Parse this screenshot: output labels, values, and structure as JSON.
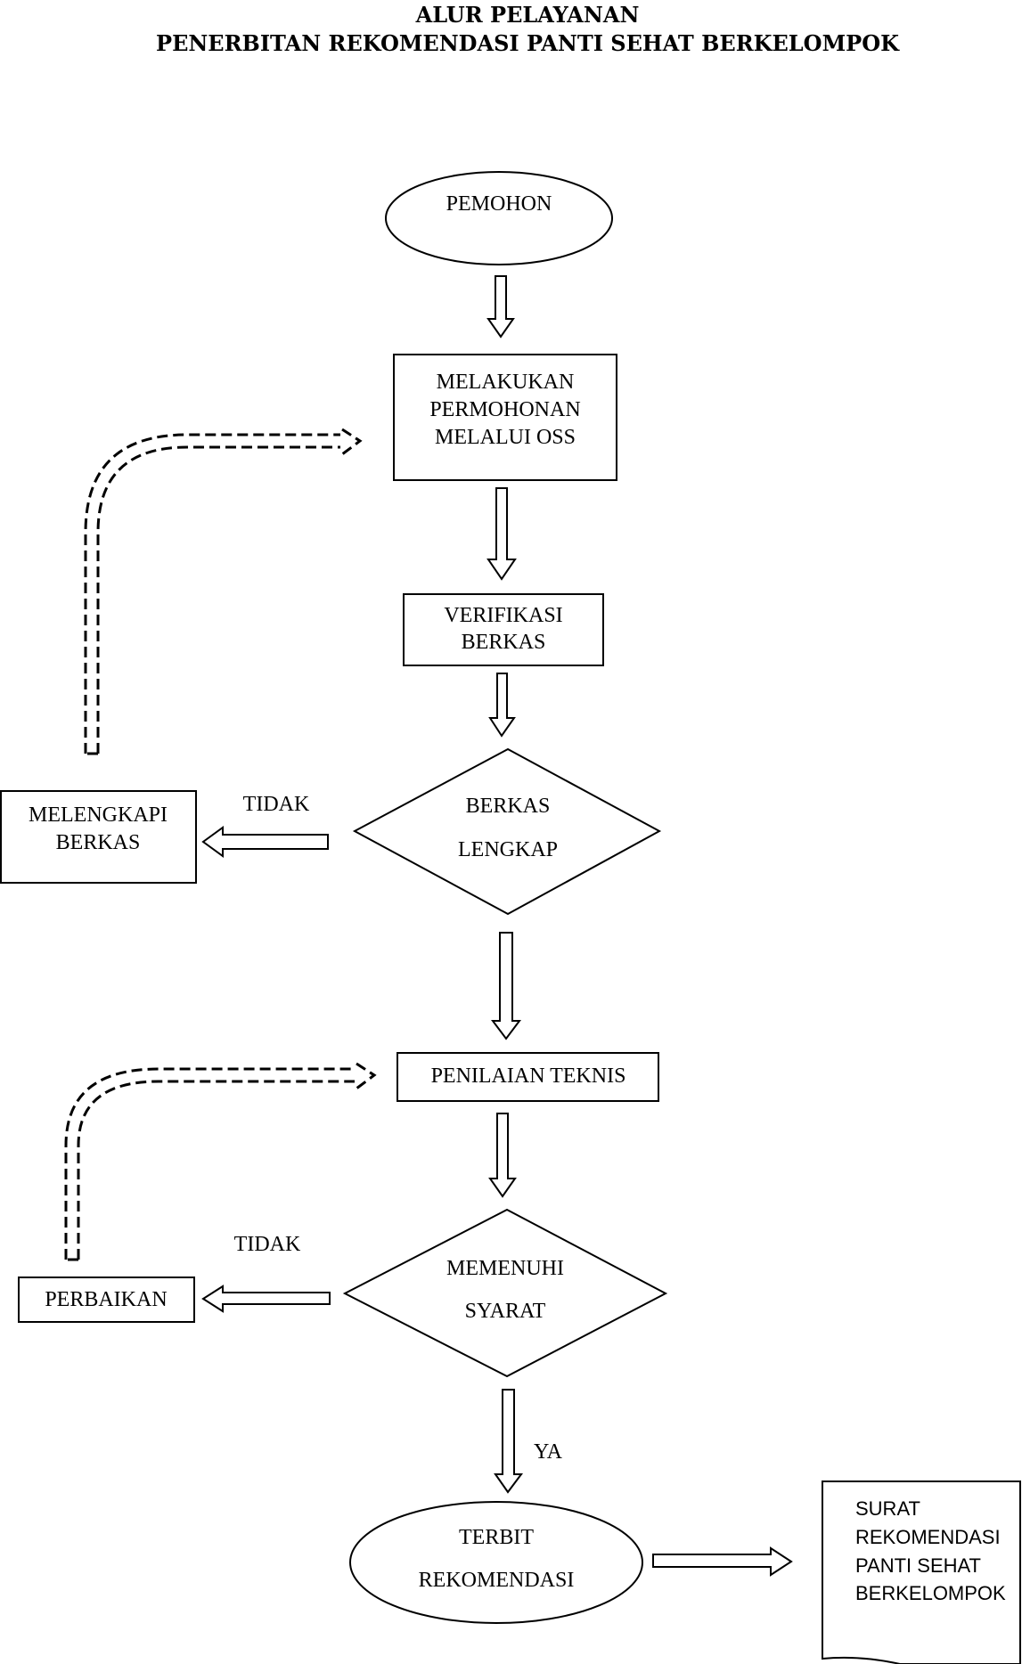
{
  "title": {
    "line1": "ALUR PELAYANAN",
    "line2": "PENERBITAN REKOMENDASI PANTI SEHAT BERKELOMPOK"
  },
  "nodes": {
    "pemohon": "PEMOHON",
    "permohonan": [
      "MELAKUKAN",
      "PERMOHONAN",
      "MELALUI OSS"
    ],
    "verifikasi": [
      "VERIFIKASI",
      "BERKAS"
    ],
    "berkas_lengkap": [
      "BERKAS",
      "LENGKAP"
    ],
    "melengkapi": [
      "MELENGKAPI",
      "BERKAS"
    ],
    "penilaian": "PENILAIAN TEKNIS",
    "memenuhi": [
      "MEMENUHI",
      "SYARAT"
    ],
    "perbaikan": "PERBAIKAN",
    "terbit": [
      "TERBIT",
      "REKOMENDASI"
    ],
    "surat": [
      "SURAT",
      "REKOMENDASI",
      "PANTI SEHAT",
      "BERKELOMPOK"
    ]
  },
  "labels": {
    "tidak_1": "TIDAK",
    "tidak_2": "TIDAK",
    "ya": "YA"
  }
}
